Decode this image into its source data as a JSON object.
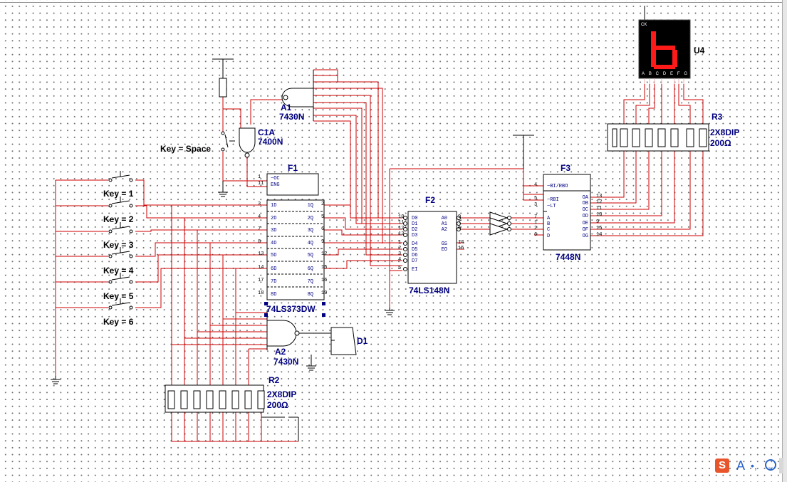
{
  "keys": [
    "Key = 1",
    "Key = 2",
    "Key = 3",
    "Key = 4",
    "Key = 5",
    "Key = 6"
  ],
  "key_space": "Key = Space",
  "parts": {
    "A1": {
      "ref": "A1",
      "type": "7430N"
    },
    "A2": {
      "ref": "A2",
      "type": "7430N"
    },
    "C1A": {
      "ref": "C1A",
      "type": "7400N"
    },
    "F1": {
      "ref": "F1",
      "type": "74LS373DW"
    },
    "F2": {
      "ref": "F2",
      "type": "74LS148N"
    },
    "F3": {
      "ref": "F3",
      "type": "7448N"
    },
    "R2": {
      "ref": "R2",
      "type": "2X8DIP",
      "value": "200Ω"
    },
    "R3": {
      "ref": "R3",
      "type": "2X8DIP",
      "value": "200Ω"
    },
    "U4": {
      "ref": "U4",
      "segment_label": "ABCDEFG",
      "corner_label": "CK"
    },
    "D1": {
      "ref": "D1"
    }
  },
  "f1_pins": {
    "left_names": [
      "~OC",
      "ENG",
      "1D",
      "2D",
      "3D",
      "4D",
      "5D",
      "6D",
      "7D",
      "8D"
    ],
    "left_nums": [
      "1",
      "11",
      "3",
      "4",
      "7",
      "8",
      "13",
      "14",
      "17",
      "18"
    ],
    "right_names": [
      "1Q",
      "2Q",
      "3Q",
      "4Q",
      "5Q",
      "6Q",
      "7Q",
      "8Q"
    ],
    "right_nums": [
      "2",
      "5",
      "6",
      "9",
      "12",
      "15",
      "16",
      "19"
    ]
  },
  "f2_pins": {
    "left_names": [
      "D0",
      "D1",
      "D2",
      "D3",
      "D4",
      "D5",
      "D6",
      "D7",
      "EI"
    ],
    "left_nums": [
      "10",
      "11",
      "12",
      "13",
      "1",
      "2",
      "3",
      "4",
      "5"
    ],
    "right_names": [
      "A0",
      "A1",
      "A2",
      "GS",
      "EO"
    ],
    "right_nums": [
      "9",
      "7",
      "6",
      "14",
      "15"
    ]
  },
  "f3_pins": {
    "left_names": [
      "~BI/RBO",
      "~RBI",
      "~LT",
      "A",
      "B",
      "C",
      "D"
    ],
    "left_nums": [
      "4",
      "5",
      "3",
      "7",
      "1",
      "2",
      "6"
    ],
    "right_names": [
      "OA",
      "OB",
      "OC",
      "OD",
      "OE",
      "OF",
      "OG"
    ],
    "right_nums": [
      "13",
      "12",
      "11",
      "10",
      "9",
      "15",
      "14"
    ]
  },
  "display": {
    "digit": "b",
    "segment_color": "#ff1a1a",
    "body_color": "#000000"
  },
  "wire_color": "#cc0000",
  "part_color": "#000080",
  "taskbar": {
    "icon_s": "S",
    "icon_a": "A",
    "icon_dot": "•,",
    "icons": [
      "sogou-icon",
      "letter-a-icon",
      "punctuation-icon",
      "smiley-icon"
    ]
  }
}
